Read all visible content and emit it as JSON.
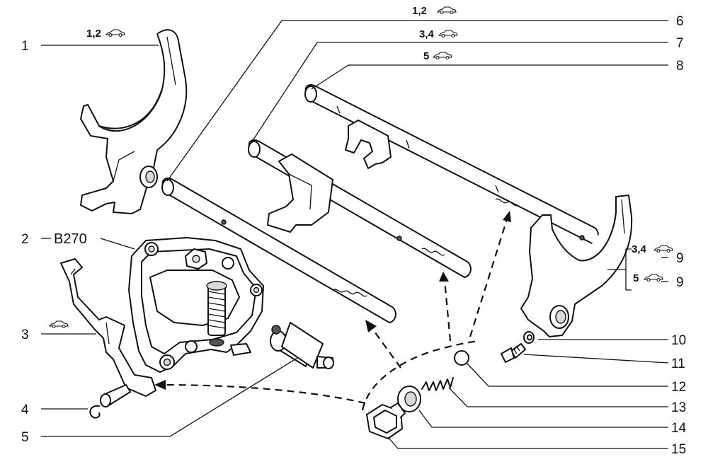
{
  "callouts": [
    {
      "num": "1"
    },
    {
      "num": "2",
      "code": "B270"
    },
    {
      "num": "3"
    },
    {
      "num": "4"
    },
    {
      "num": "5"
    },
    {
      "num": "6"
    },
    {
      "num": "7"
    },
    {
      "num": "8"
    },
    {
      "num": "9"
    },
    {
      "num": "9"
    },
    {
      "num": "10"
    },
    {
      "num": "11"
    },
    {
      "num": "12"
    },
    {
      "num": "13"
    },
    {
      "num": "14"
    },
    {
      "num": "15"
    }
  ],
  "gear_labels": {
    "fork_1": "1,2",
    "rod_6": "1,2",
    "rod_7": "3,4",
    "rod_8": "5",
    "fork_9a": "3,4",
    "fork_9b": "5"
  },
  "icons": [
    "car-icon"
  ]
}
